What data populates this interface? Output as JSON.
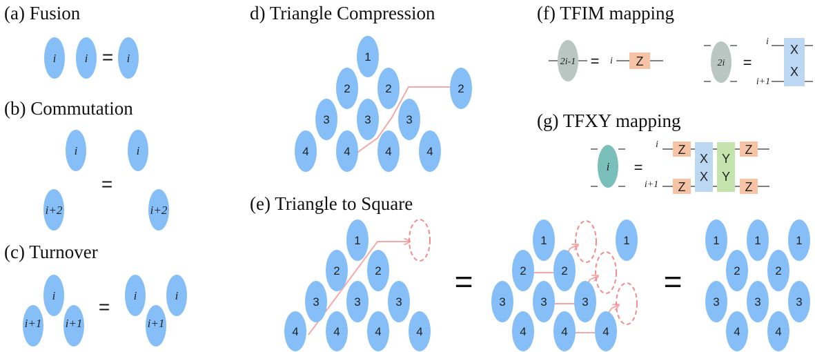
{
  "colors": {
    "node_blue": "#86bff8",
    "node_gray": "#b9c6c2",
    "node_teal": "#7abfba",
    "gate_z": "#f6c3a4",
    "gate_x": "#bcd7f2",
    "gate_y": "#c4e3ad",
    "arrow_pink": "#f6a8a6",
    "dashed_pink": "#f28c8c",
    "wire": "#333333"
  },
  "panels": {
    "a": {
      "title": "(a) Fusion",
      "equals": "=",
      "nodes": [
        {
          "label": "i"
        },
        {
          "label": "i"
        },
        {
          "label": "i"
        }
      ]
    },
    "b": {
      "title": "(b) Commutation",
      "equals": "=",
      "nodes": [
        {
          "label": "i"
        },
        {
          "label": "i+2"
        },
        {
          "label": "i"
        },
        {
          "label": "i+2"
        }
      ]
    },
    "c": {
      "title": "(c) Turnover",
      "equals": "=",
      "nodes": [
        {
          "label": "i"
        },
        {
          "label": "i+1"
        },
        {
          "label": "i+1"
        },
        {
          "label": "i"
        },
        {
          "label": "i"
        },
        {
          "label": "i+1"
        }
      ]
    },
    "d": {
      "title": "d) Triangle Compression",
      "nodes": [
        {
          "label": "1"
        },
        {
          "label": "2"
        },
        {
          "label": "2"
        },
        {
          "label": "3"
        },
        {
          "label": "3"
        },
        {
          "label": "3"
        },
        {
          "label": "4"
        },
        {
          "label": "4"
        },
        {
          "label": "4"
        },
        {
          "label": "4"
        },
        {
          "label": "2"
        }
      ]
    },
    "e": {
      "title": "(e) Triangle to Square",
      "equals": [
        "=",
        "="
      ],
      "group1": [
        {
          "label": "1"
        },
        {
          "label": "2"
        },
        {
          "label": "2"
        },
        {
          "label": "3"
        },
        {
          "label": "3"
        },
        {
          "label": "3"
        },
        {
          "label": "4"
        },
        {
          "label": "4"
        },
        {
          "label": "4"
        },
        {
          "label": "4"
        }
      ],
      "group2": [
        {
          "label": "1"
        },
        {
          "label": "1"
        },
        {
          "label": "2"
        },
        {
          "label": "2"
        },
        {
          "label": "3"
        },
        {
          "label": "3"
        },
        {
          "label": "3"
        },
        {
          "label": "4"
        },
        {
          "label": "4"
        },
        {
          "label": "4"
        }
      ],
      "group3": [
        {
          "label": "1"
        },
        {
          "label": "1"
        },
        {
          "label": "1"
        },
        {
          "label": "2"
        },
        {
          "label": "2"
        },
        {
          "label": "3"
        },
        {
          "label": "3"
        },
        {
          "label": "3"
        },
        {
          "label": "4"
        },
        {
          "label": "4"
        }
      ]
    },
    "f": {
      "title": "(f) TFIM mapping",
      "node1_label": "2i-1",
      "node2_label": "2i",
      "equals": "=",
      "wire_label_i": "i",
      "wire_label_i1": "i+1",
      "wire_label_single": "i",
      "gate_z": "Z",
      "gate_xx_top": "X",
      "gate_xx_bottom": "X"
    },
    "g": {
      "title": "(g) TFXY mapping",
      "node_label": "i",
      "equals": "=",
      "wire_label_i": "i",
      "wire_label_i1": "i+1",
      "gates": [
        "Z",
        "Z",
        "X",
        "X",
        "Y",
        "Y",
        "Z",
        "Z"
      ]
    }
  }
}
